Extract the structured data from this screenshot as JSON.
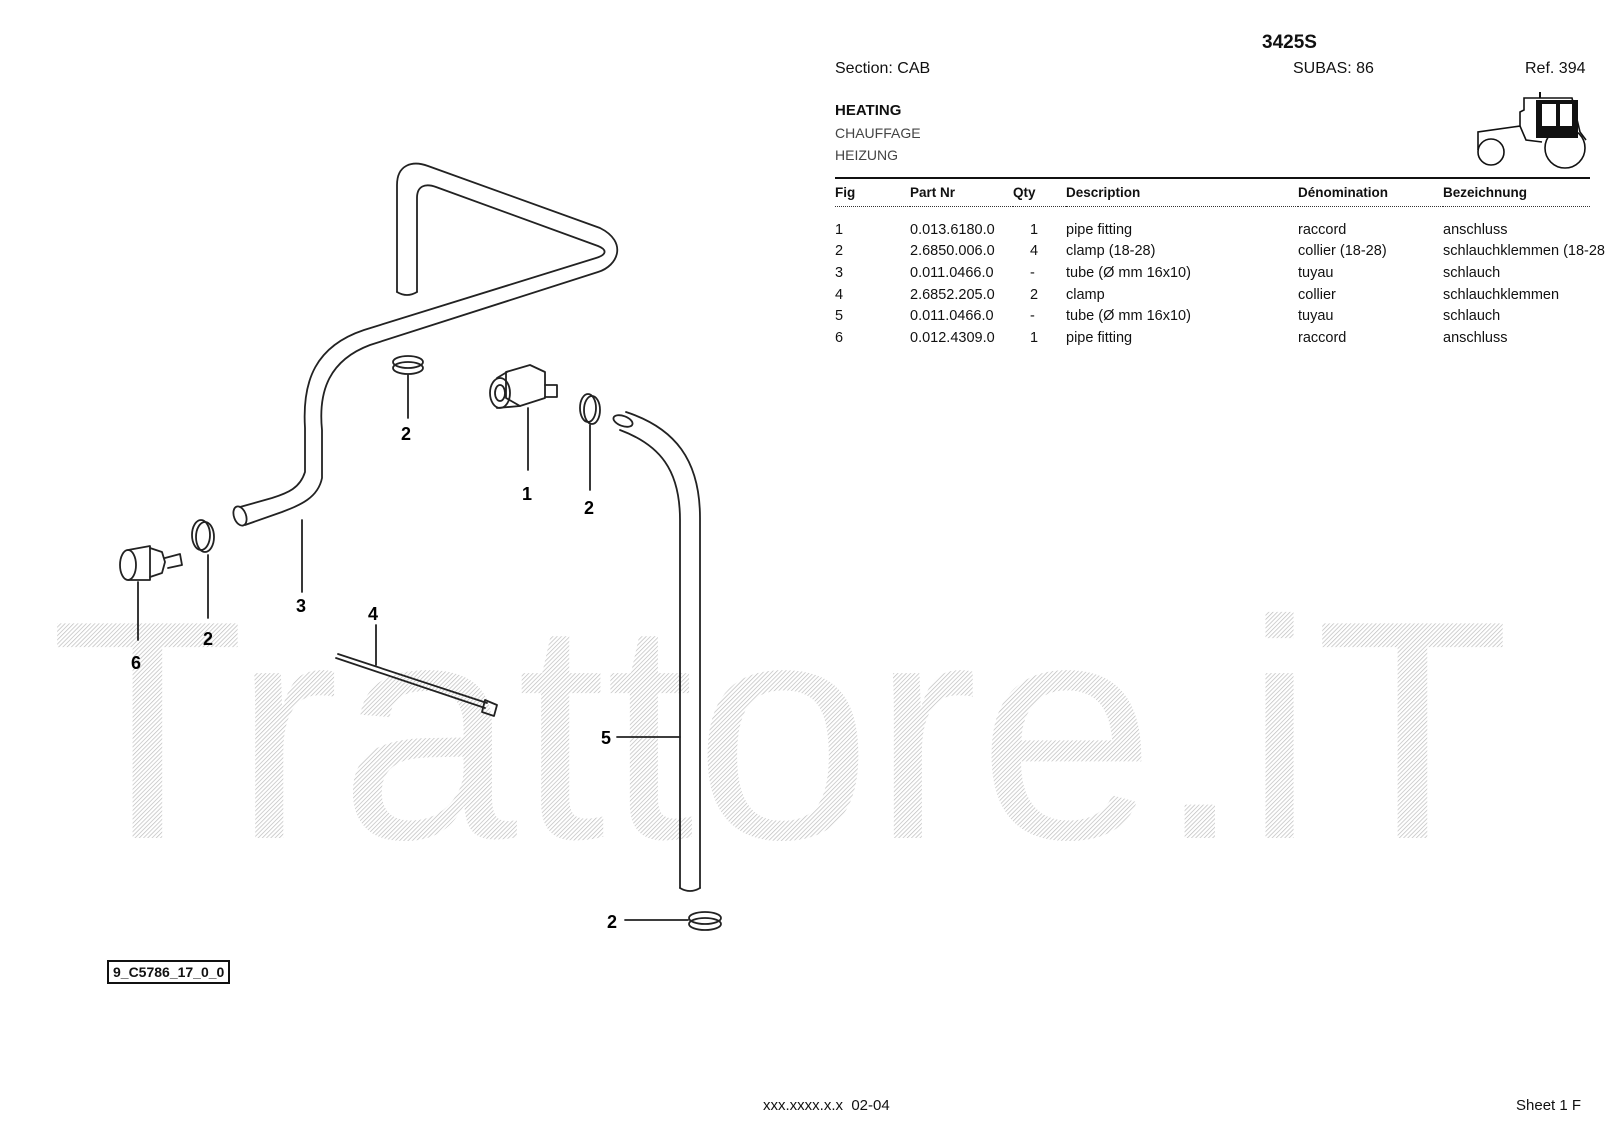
{
  "header": {
    "model": "3425S",
    "section": "Section: CAB",
    "subas": "SUBAS: 86",
    "ref": "Ref. 394"
  },
  "titles": {
    "en": "HEATING",
    "fr": "CHAUFFAGE",
    "de": "HEIZUNG"
  },
  "table": {
    "columns": [
      "Fig",
      "Part Nr",
      "Qty",
      "Description",
      "Dénomination",
      "Bezeichnung"
    ],
    "rows": [
      {
        "fig": "1",
        "part": "0.013.6180.0",
        "qty": "1",
        "desc": "pipe fitting",
        "den": "raccord",
        "bez": "anschluss"
      },
      {
        "fig": "2",
        "part": "2.6850.006.0",
        "qty": "4",
        "desc": "clamp (18-28)",
        "den": "collier (18-28)",
        "bez": "schlauchklemmen (18-28"
      },
      {
        "fig": "3",
        "part": "0.011.0466.0",
        "qty": "-",
        "desc": "tube (Ø mm 16x10)",
        "den": "tuyau",
        "bez": "schlauch"
      },
      {
        "fig": "4",
        "part": "2.6852.205.0",
        "qty": "2",
        "desc": "clamp",
        "den": "collier",
        "bez": "schlauchklemmen"
      },
      {
        "fig": "5",
        "part": "0.011.0466.0",
        "qty": "-",
        "desc": "tube (Ø mm 16x10)",
        "den": "tuyau",
        "bez": "schlauch"
      },
      {
        "fig": "6",
        "part": "0.012.4309.0",
        "qty": "1",
        "desc": "pipe fitting",
        "den": "raccord",
        "bez": "anschluss"
      }
    ]
  },
  "drawing": {
    "code": "9_C5786_17_0_0",
    "callouts": [
      "2",
      "1",
      "2",
      "3",
      "2",
      "6",
      "4",
      "5",
      "2"
    ]
  },
  "watermark": "Trattore.iT",
  "footer": {
    "code": "xxx.xxxx.x.x  02-04",
    "sheet": "Sheet 1 F"
  }
}
